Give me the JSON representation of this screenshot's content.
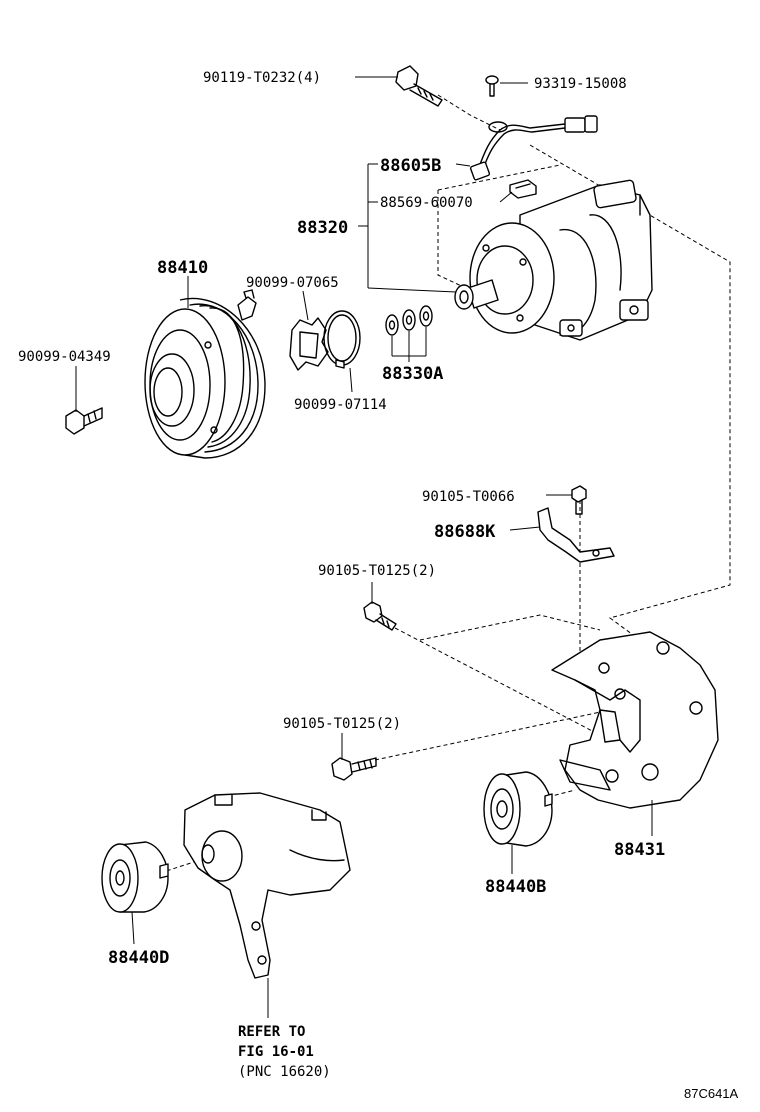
{
  "labels": {
    "bolt_top": "90119-T0232(4)",
    "screw_top": "93319-15008",
    "connector": "88605B",
    "sensor": "88569-60070",
    "compressor": "88320",
    "pulley_clutch": "88410",
    "snap_ring_a": "90099-07065",
    "bolt_left": "90099-04349",
    "shims": "88330A",
    "snap_ring_b": "90099-07114",
    "bolt_bracket_small": "90105-T0066",
    "bracket_small": "88688K",
    "bolt_mid": "90105-T0125(2)",
    "bolt_lower": "90105-T0125(2)",
    "idler_b": "88440B",
    "bracket_main": "88431",
    "idler_d": "88440D"
  },
  "note": {
    "line1": "REFER TO",
    "line2": "FIG 16-01",
    "line3": "(PNC 16620)"
  },
  "figure_code": "87C641A"
}
